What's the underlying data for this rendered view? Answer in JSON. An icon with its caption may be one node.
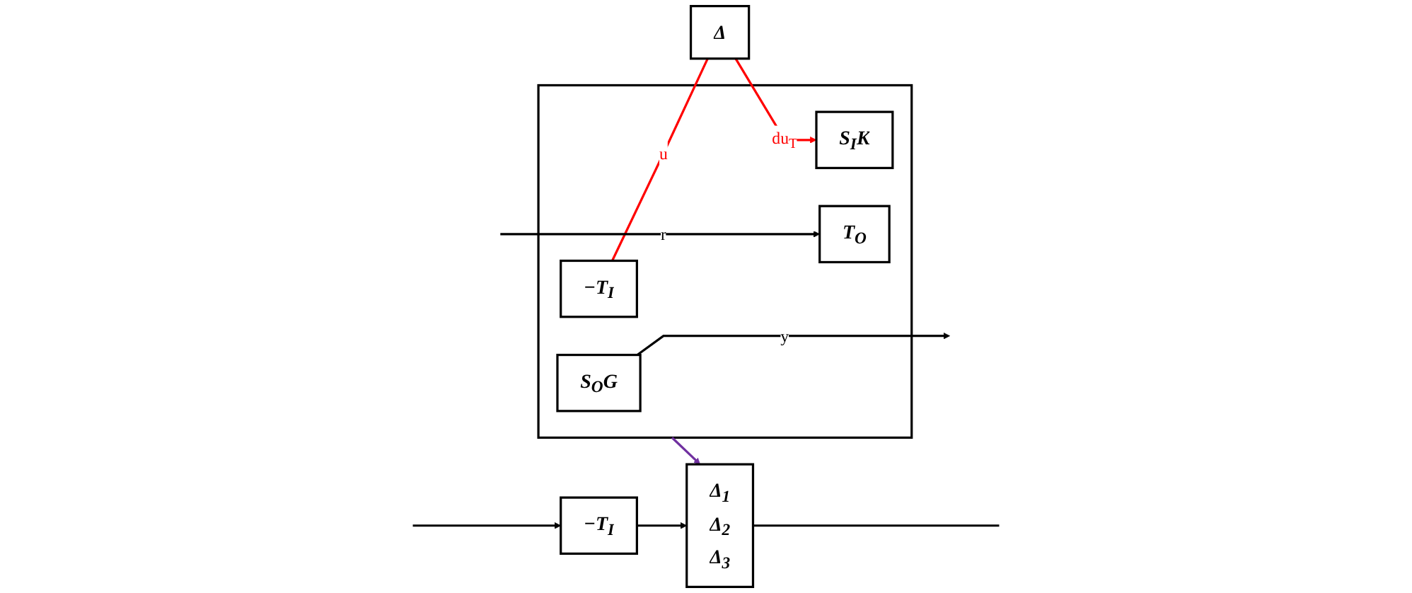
{
  "diagram": {
    "nodes": [
      {
        "text": [
          "Δ"
        ]
      },
      {
        "text": [],
        "shape": "box"
      },
      {
        "text": [
          "−T$_{I}$"
        ],
        "in": 1
      },
      {
        "text": [
          "S$_{I}$K"
        ],
        "in": 1
      },
      {
        "text": [
          "S$_{O}$G"
        ],
        "in": 1
      },
      {
        "text": [
          "T$_{O}$"
        ],
        "in": 1
      },
      {
        "text": [
          "Δ$_{1}$",
          "Δ$_{2}$",
          "Δ$_{3}$"
        ]
      },
      {
        "text": [
          "−T$_{I}$"
        ]
      }
    ],
    "edges": [
      {
        "from": 2,
        "to": 0,
        "arrow": "none",
        "label": "u",
        "color": "#ff0000"
      },
      {
        "from": 0,
        "to": 3,
        "arrow": "to",
        "label": "du$_{T}$",
        "color": "#ff0000"
      },
      {
        "from": 4,
        "to": null,
        "arrow": "to",
        "label": "y"
      },
      {
        "from": null,
        "to": 5,
        "arrow": "to",
        "label": "r"
      },
      {
        "from": 1,
        "to": 6,
        "arrow": "to",
        "color": "#7030a0"
      },
      {
        "from": 7,
        "to": 6,
        "arrow": "to"
      },
      {
        "from": 6,
        "to": null,
        "arrow": "none"
      },
      {
        "from": null,
        "to": 7,
        "arrow": "to"
      }
    ]
  }
}
